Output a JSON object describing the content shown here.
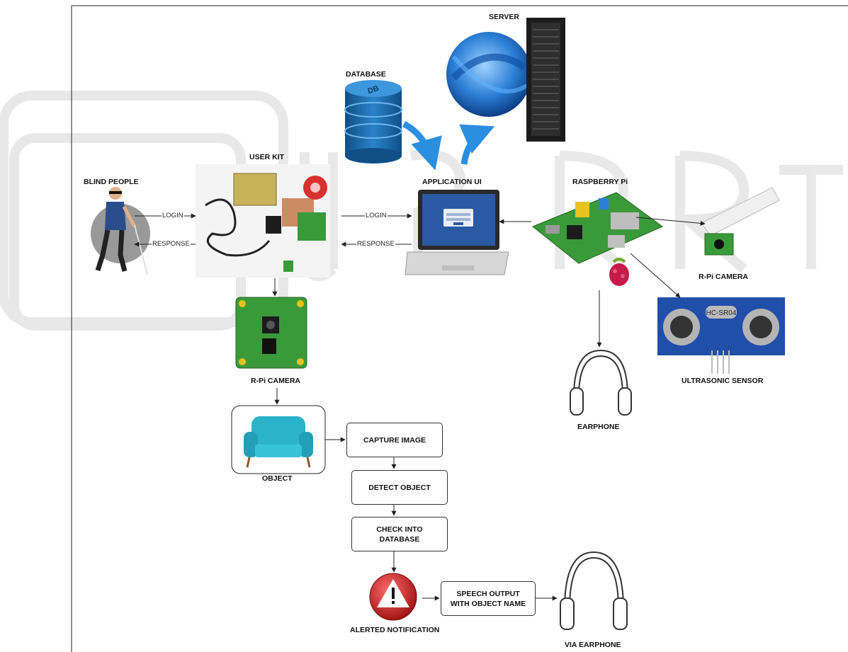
{
  "labels": {
    "server": "SERVER",
    "database": "DATABASE",
    "db_cylinder_text": "DB",
    "user_kit": "USER KIT",
    "application_ui": "APPLICATION UI",
    "raspberry_pi": "RASPBERRY Pi",
    "blind_people": "BLIND PEOPLE",
    "rpi_camera_right": "R-Pi CAMERA",
    "ultrasonic_sensor": "ULTRASONIC SENSOR",
    "sensor_chip_text": "HC-SR04",
    "earphone": "EARPHONE",
    "rpi_camera_left": "R-Pi CAMERA",
    "object": "OBJECT",
    "alerted_notification": "ALERTED NOTIFICATION",
    "via_earphone": "VIA EARPHONE"
  },
  "edge_labels": {
    "login_1": "LOGIN",
    "response_1": "RESPONSE",
    "login_2": "LOGIN",
    "response_2": "RESPONSE"
  },
  "steps": {
    "capture_image": "CAPTURE IMAGE",
    "detect_object": "DETECT OBJECT",
    "check_database_line1": "CHECK INTO",
    "check_database_line2": "DATABASE",
    "speech_line1": "SPEECH OUTPUT",
    "speech_line2": "WITH OBJECT NAME"
  },
  "colors": {
    "db_blue": "#1f6fb0",
    "arrow_blue": "#2b8fe0",
    "pcb_green": "#3a9a3a",
    "alert_red": "#c91c1c",
    "sofa_teal": "#2bb3c9",
    "globe_blue": "#2c7fd6",
    "server_black": "#1c1c1c"
  }
}
